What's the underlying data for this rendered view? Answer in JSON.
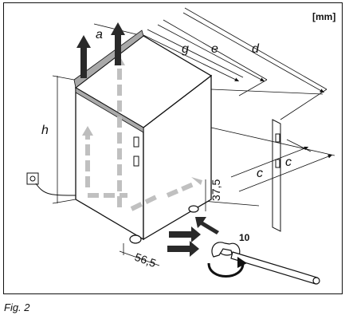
{
  "unit": "[mm]",
  "caption": "Fig. 2",
  "labels": {
    "a": "a",
    "g": "g",
    "e": "e",
    "d": "d",
    "h": "h",
    "c1": "c",
    "c2": "c",
    "dim_37_5": "37,5",
    "dim_56_5": "56,5",
    "wrench_size": "10"
  },
  "colors": {
    "line": "#111111",
    "arrow_dark": "#2a2a2a",
    "arrow_light": "#b8b8b8",
    "top_band": "#a9a9a9"
  },
  "icons": {
    "plug": "power-plug-icon",
    "wrench": "wrench-icon",
    "rotate": "rotate-arrow-icon"
  }
}
